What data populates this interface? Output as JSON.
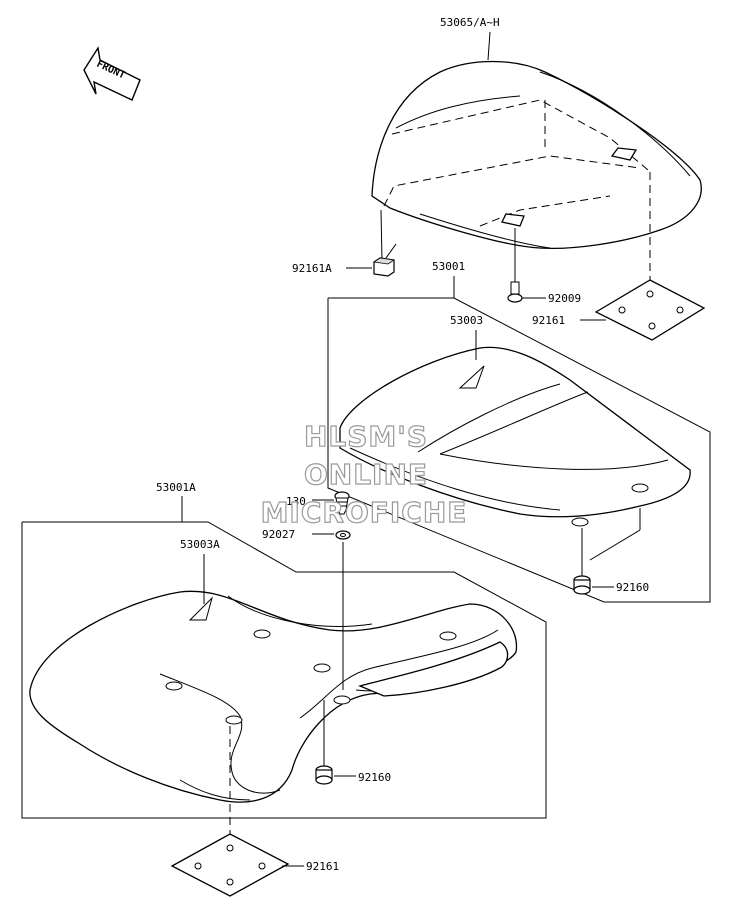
{
  "front_arrow": {
    "label": "FRONT"
  },
  "callouts": {
    "seat_cover": "53065/A~H",
    "pad_a_upper": "92161A",
    "seat_rear": "53001",
    "bolt_upper": "92009",
    "pad_upper": "92161",
    "seat_rear_pan": "53003",
    "damper_rear": "92160",
    "seat_front": "53001A",
    "bolt_front": "130",
    "collar": "92027",
    "seat_front_pan": "53003A",
    "damper_front": "92160",
    "pad_lower": "92161"
  },
  "watermark": {
    "line1": "HLSM'S",
    "line2": "ONLINE",
    "line3": "MICROFICHE"
  }
}
